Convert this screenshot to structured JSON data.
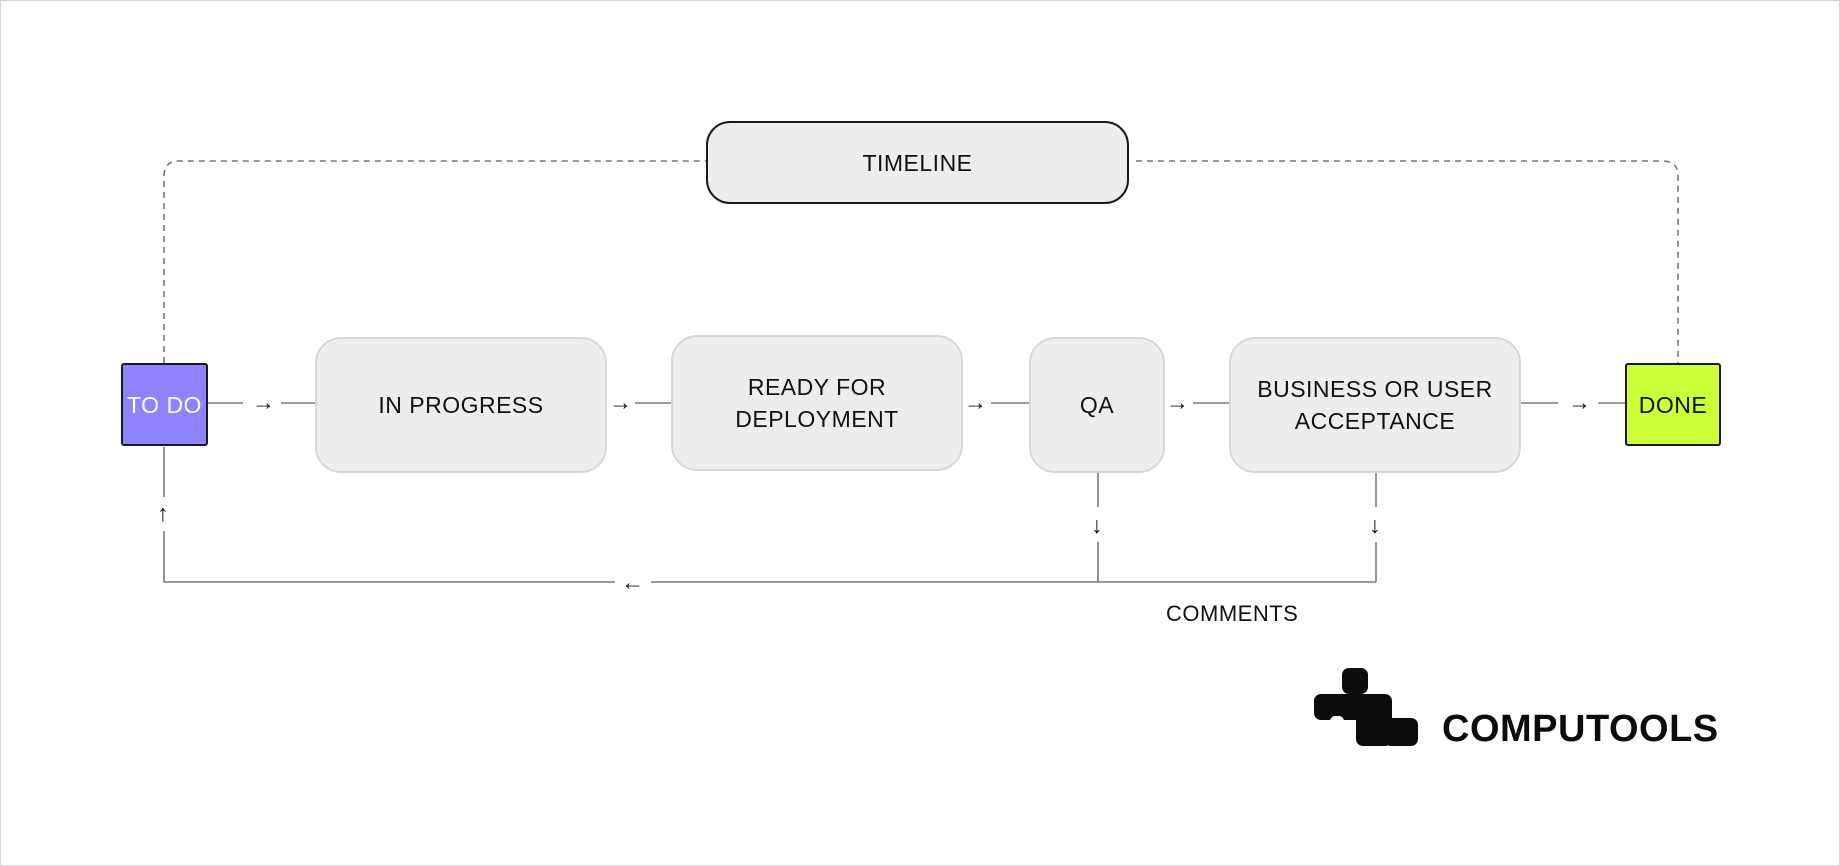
{
  "diagram": {
    "timeline": "TIMELINE",
    "todo": "TO DO",
    "in_progress": "IN PROGRESS",
    "ready_line1": "READY FOR",
    "ready_line2": "DEPLOYMENT",
    "qa": "QA",
    "business_line1": "BUSINESS OR USER",
    "business_line2": "ACCEPTANCE",
    "done": "DONE",
    "comments": "COMMENTS",
    "arrow_right": "→",
    "arrow_left": "←",
    "arrow_up": "↑",
    "arrow_down": "↓"
  },
  "brand": {
    "name": "COMPUTOOLS",
    "logo_icon": "computools-logo-icon"
  },
  "colors": {
    "todo": "#8f84ff",
    "done": "#ccff38",
    "stage_fill": "#ededed",
    "stage_border": "#d7d7d7",
    "connector": "#7a7a7a"
  }
}
